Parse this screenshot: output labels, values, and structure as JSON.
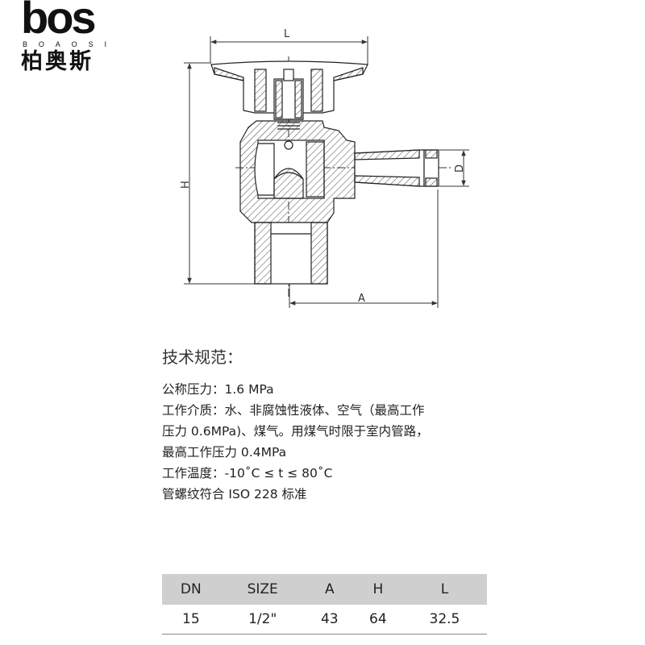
{
  "logo": {
    "brand": "bos",
    "spelling": [
      "B",
      "O",
      "A",
      "O",
      "S",
      "I"
    ],
    "chinese": "柏奥斯"
  },
  "drawing": {
    "dim_L": "L",
    "dim_H": "H",
    "dim_D": "D",
    "dim_A": "A"
  },
  "spec": {
    "title": "技术规范：",
    "lines": [
      "公称压力：1.6 MPa",
      "工作介质：水、非腐蚀性液体、空气（最高工作",
      "压力 0.6MPa)、煤气。用煤气时限于室内管路，",
      "最高工作压力 0.4MPa",
      "工作温度：-10˚C ≤ t ≤ 80˚C",
      "管螺纹符合 ISO 228 标准"
    ]
  },
  "table": {
    "headers": [
      "DN",
      "SIZE",
      "A",
      "H",
      "L"
    ],
    "rows": [
      [
        "15",
        "1/2\"",
        "43",
        "64",
        "32.5"
      ]
    ]
  }
}
